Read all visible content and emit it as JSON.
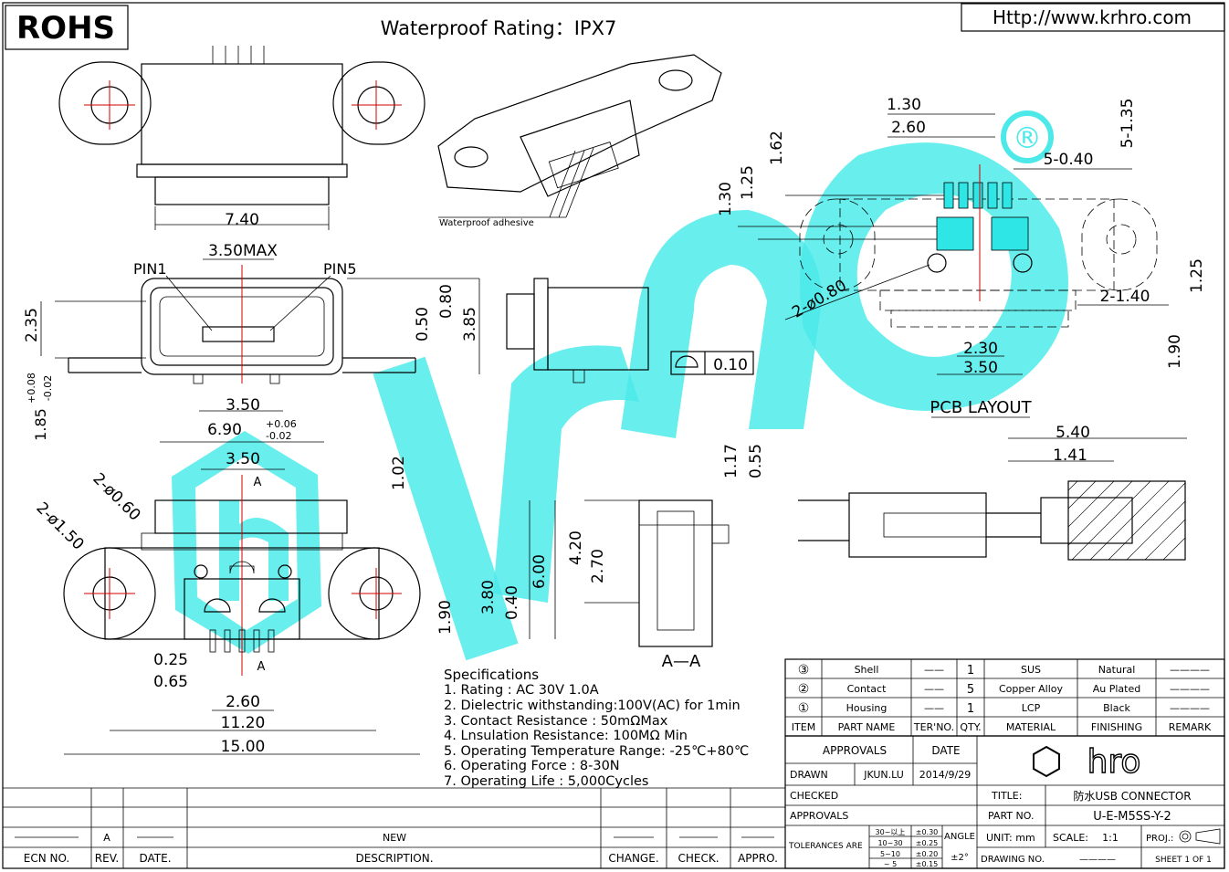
{
  "header": {
    "rohs": "ROHS",
    "waterproof_rating": "Waterproof Rating：IPX7",
    "website": "Http://www.krhro.com"
  },
  "watermark": {
    "brand": "hro",
    "registered": "®"
  },
  "dims": {
    "top": [
      "7.40"
    ],
    "front": [
      "3.50MAX",
      "PIN1",
      "PIN5",
      "2.35",
      "0.80",
      "0.50",
      "3.85",
      "3.50",
      "1.85",
      "+0.08",
      "-0.02",
      "6.90",
      "+0.06",
      "-0.02"
    ],
    "side": [
      "0.10"
    ],
    "bottom": [
      "3.50",
      "A",
      "2-ø0.60",
      "2-ø1.50",
      "1.02",
      "1.17",
      "0.55",
      "1.90",
      "3.80",
      "0.40",
      "6.00",
      "0.25",
      "0.65",
      "2.60",
      "11.20",
      "15.00",
      "A"
    ],
    "section": [
      "4.20",
      "2.70",
      "A—A"
    ],
    "pcb": [
      "1.30",
      "2.60",
      "5-1.35",
      "1.62",
      "1.25",
      "1.30",
      "5-0.40",
      "2-ø0.80",
      "1.25",
      "2-1.40",
      "2.30",
      "3.50",
      "1.90"
    ],
    "pcb_title": "PCB LAYOUT",
    "profile": [
      "5.40",
      "1.41"
    ],
    "waterproof_adhesive": "Waterproof adhesive"
  },
  "specs": {
    "title": "Specifications",
    "items": [
      "1. Rating : AC 30V 1.0A",
      "2. Dielectric withstanding:100V(AC) for 1min",
      "3. Contact Resistance : 50mΩMax",
      "4. Lnsulation Resistance: 100MΩ Min",
      "5. Operating Temperature Range: -25℃+80℃",
      "6. Operating Force : 8-30N",
      "7. Operating Life : 5,000Cycles"
    ]
  },
  "bom": {
    "headers": [
      "ITEM",
      "PART NAME",
      "TER'NO.",
      "QTY.",
      "MATERIAL",
      "FINISHING",
      "REMARK"
    ],
    "rows": [
      {
        "item": "③",
        "name": "Shell",
        "ter": "——",
        "qty": "1",
        "material": "SUS",
        "finishing": "Natural",
        "remark": "————"
      },
      {
        "item": "②",
        "name": "Contact",
        "ter": "——",
        "qty": "5",
        "material": "Copper Alloy",
        "finishing": "Au Plated",
        "remark": "————"
      },
      {
        "item": "①",
        "name": "Housing",
        "ter": "——",
        "qty": "1",
        "material": "LCP",
        "finishing": "Black",
        "remark": "————"
      }
    ]
  },
  "title_block": {
    "approvals": "APPROVALS",
    "date": "DATE",
    "drawn": "DRAWN",
    "drawn_by": "JKUN.LU",
    "drawn_date": "2014/9/29",
    "checked": "CHECKED",
    "approvals2": "APPROVALS",
    "title_label": "TITLE:",
    "title_value": "防水USB CONNECTOR",
    "part_no_label": "PART NO.",
    "part_no_value": "U-E-M5SS-Y-2",
    "tolerances": "TOLERANCES ARE",
    "tol_ranges": [
      "30~以上",
      "10~30",
      "5~10",
      "~ 5"
    ],
    "tol_values": [
      "±0.30",
      "±0.25",
      "±0.20",
      "±0.15"
    ],
    "angle": "ANGLE",
    "angle_value": "±2°",
    "unit": "UNIT: mm",
    "scale": "SCALE:",
    "scale_value": "1:1",
    "proj": "PROJ.:",
    "drawing_no": "DRAWING NO.",
    "drawing_no_value": "————",
    "sheet": "SHEET 1 OF 1",
    "logo": "hro"
  },
  "revision": {
    "rev": "A",
    "desc": "NEW",
    "headers": [
      "ECN NO.",
      "REV.",
      "DATE.",
      "DESCRIPTION.",
      "CHANGE.",
      "CHECK.",
      "APPRO."
    ]
  }
}
